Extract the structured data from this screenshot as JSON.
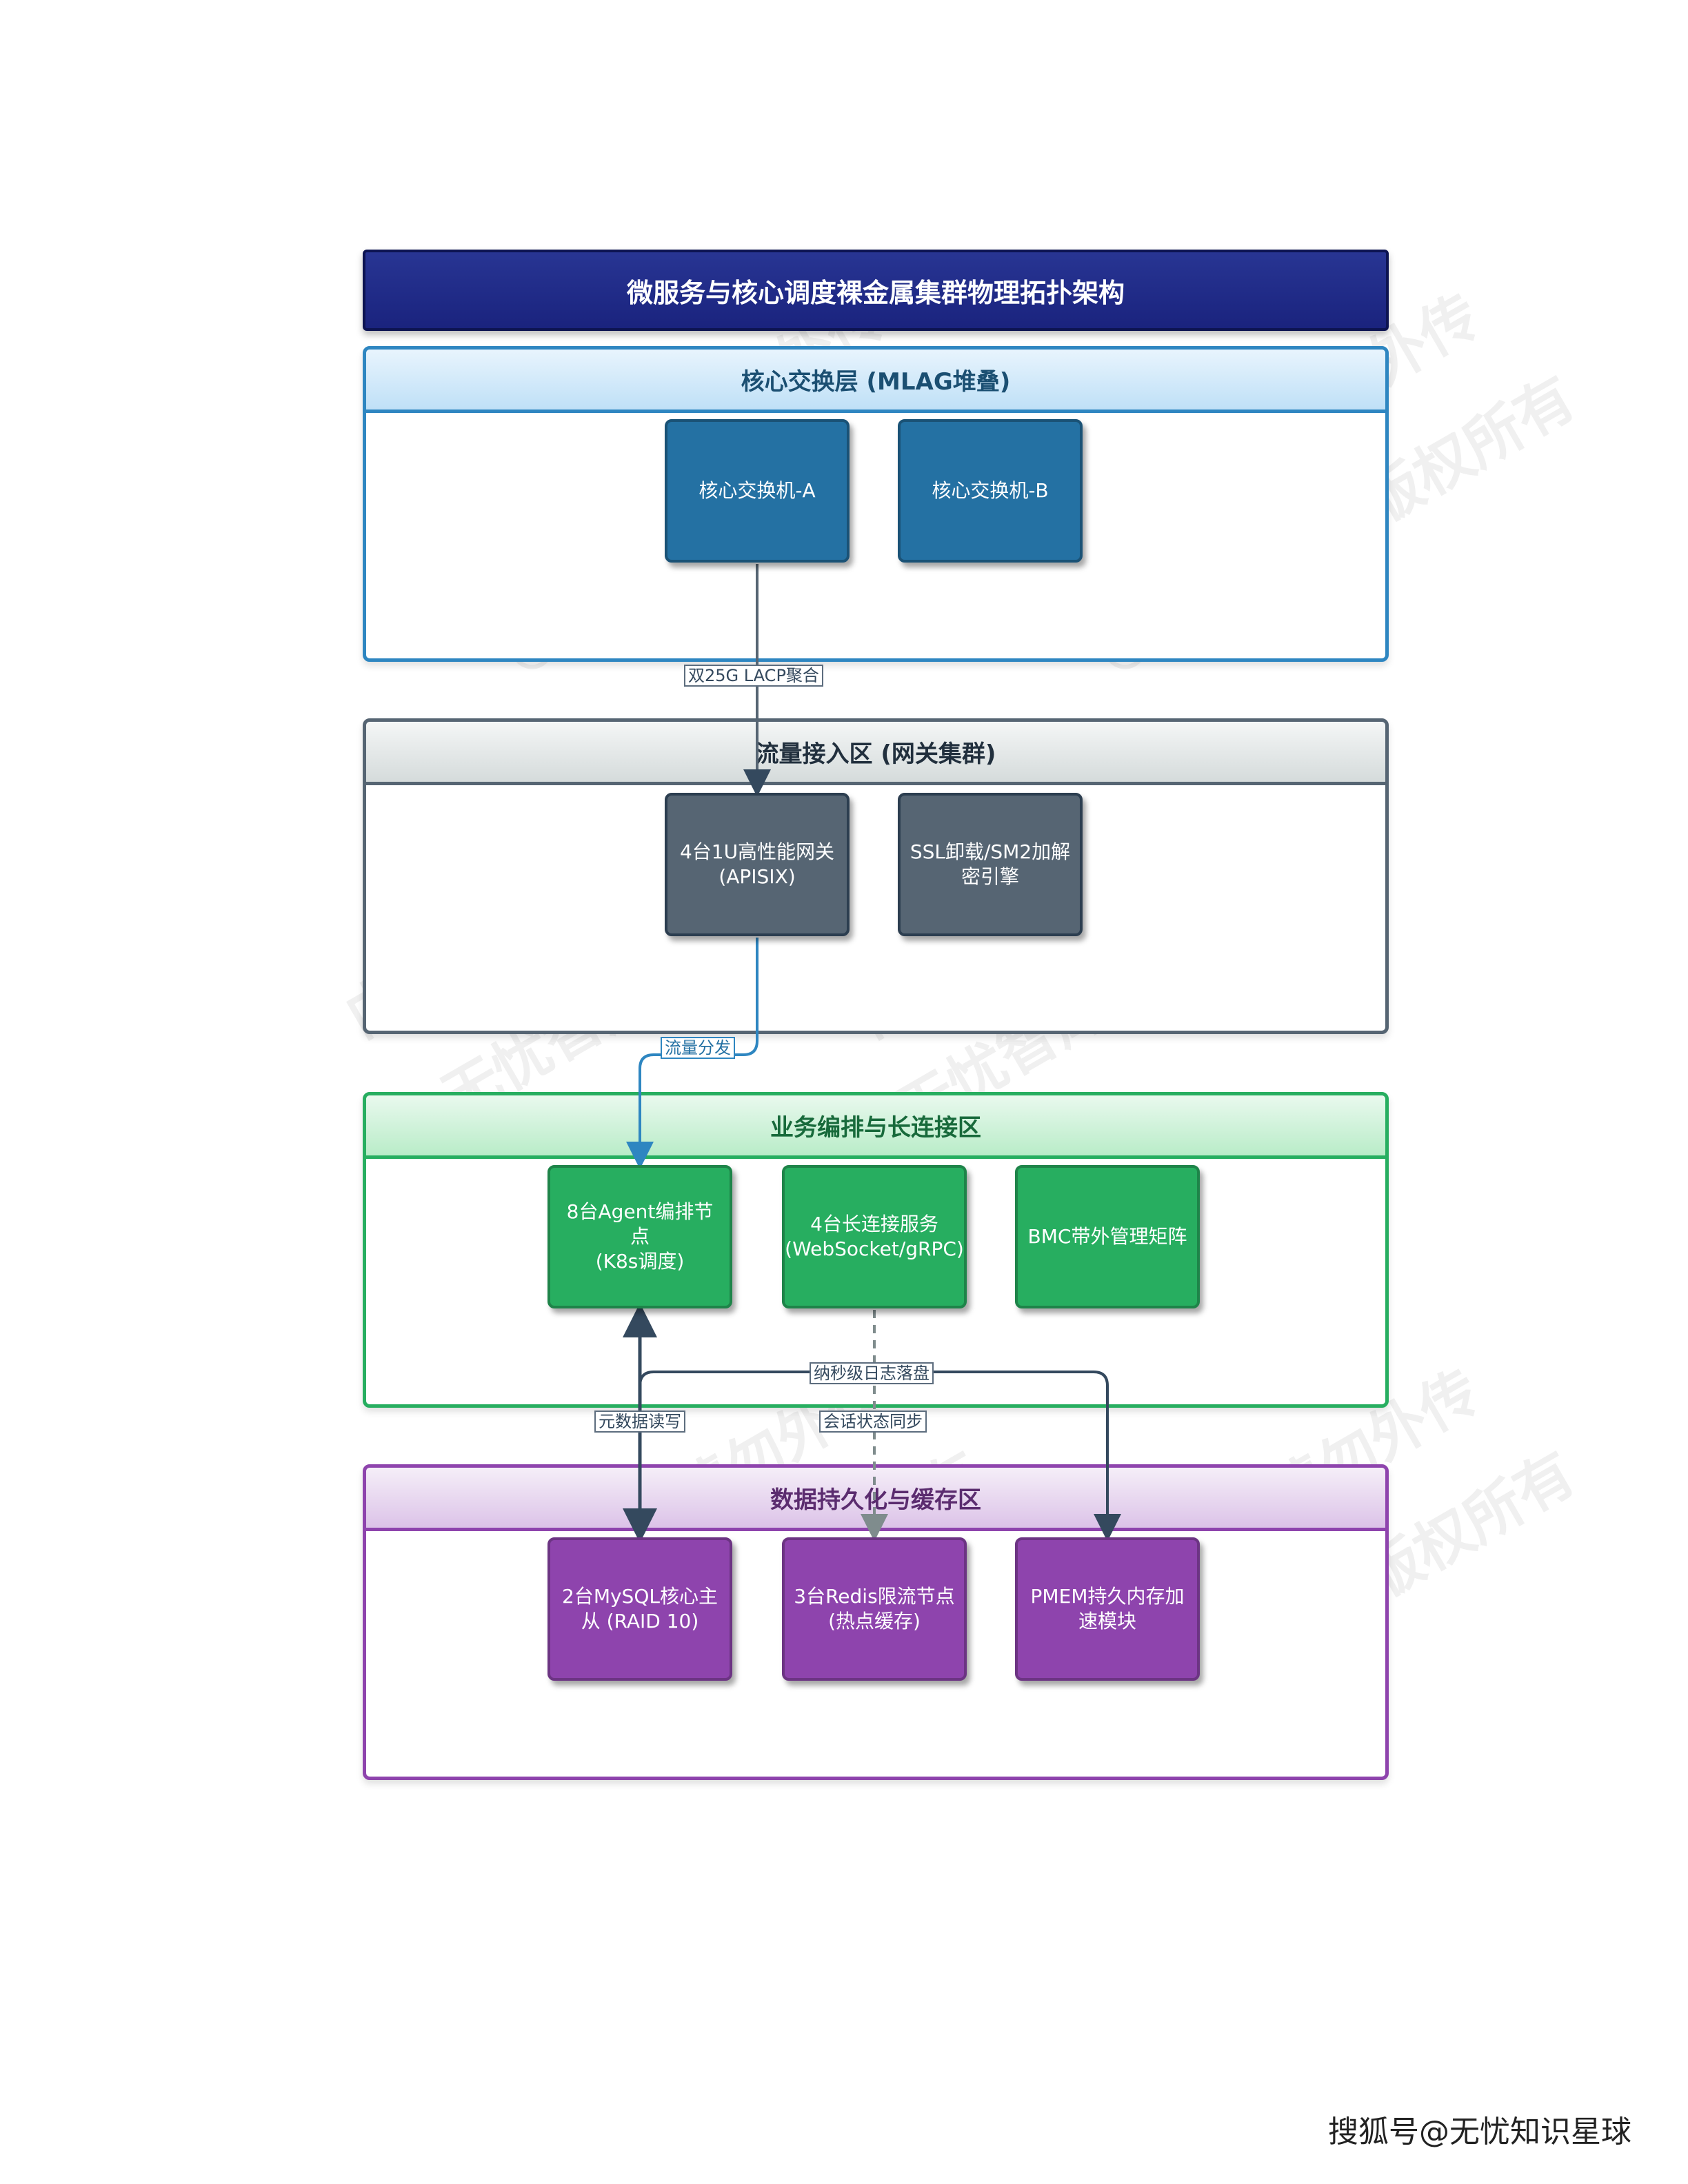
{
  "title": "微服务与核心调度裸金属集群物理拓扑架构",
  "zones": [
    {
      "label": "核心交换层 (MLAG堆叠)",
      "nodes": [
        "核心交换机-A",
        "核心交换机-B"
      ]
    },
    {
      "label": "流量接入区 (网关集群)",
      "nodes": [
        "4台1U高性能网关\n(APISIX)",
        "SSL卸载/SM2加解\n密引擎"
      ]
    },
    {
      "label": "业务编排与长连接区",
      "nodes": [
        "8台Agent编排节点\n(K8s调度)",
        "4台长连接服务\n(WebSocket/gRPC)",
        "BMC带外管理矩阵"
      ]
    },
    {
      "label": "数据持久化与缓存区",
      "nodes": [
        "2台MySQL核心主\n从 (RAID 10)",
        "3台Redis限流节点\n(热点缓存)",
        "PMEM持久内存加\n速模块"
      ]
    }
  ],
  "edges": {
    "lacp": "双25G LACP聚合",
    "traffic": "流量分发",
    "log": "纳秒级日志落盘",
    "metadata": "元数据读写",
    "session": "会话状态同步"
  },
  "watermarks": [
    "内部资料 请勿外传",
    "©无忧智库 版权所有"
  ],
  "footer": "搜狐号@无忧知识星球"
}
